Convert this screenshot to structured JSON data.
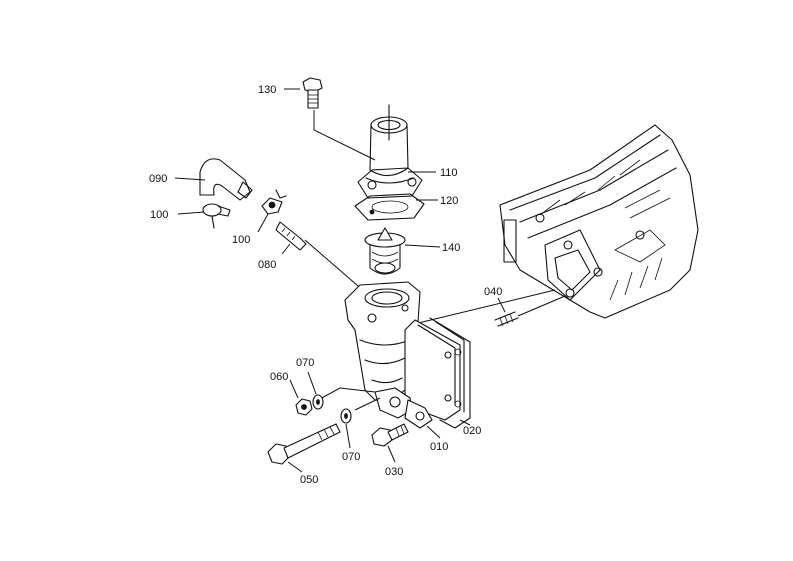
{
  "labels": {
    "p130": "130",
    "p110": "110",
    "p120": "120",
    "p090": "090",
    "p100a": "100",
    "p100b": "100",
    "p140": "140",
    "p080": "080",
    "p040": "040",
    "p070a": "070",
    "p060": "060",
    "p020": "020",
    "p010": "010",
    "p070b": "070",
    "p050": "050",
    "p030": "030"
  }
}
